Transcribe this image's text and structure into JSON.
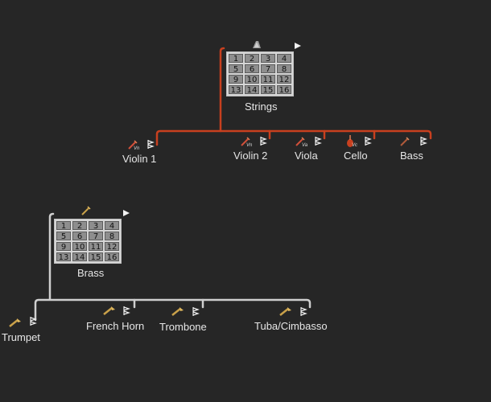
{
  "strings": {
    "folder_label": "Strings",
    "grid": [
      "1",
      "2",
      "3",
      "4",
      "5",
      "6",
      "7",
      "8",
      "9",
      "10",
      "11",
      "12",
      "13",
      "14",
      "15",
      "16"
    ],
    "tracks": [
      {
        "label": "Violin 1",
        "sub": "Vn"
      },
      {
        "label": "Violin 2",
        "sub": "Vn"
      },
      {
        "label": "Viola",
        "sub": "Va"
      },
      {
        "label": "Cello",
        "sub": "Vc"
      },
      {
        "label": "Bass",
        "sub": ""
      }
    ]
  },
  "brass": {
    "folder_label": "Brass",
    "grid": [
      "1",
      "2",
      "3",
      "4",
      "5",
      "6",
      "7",
      "8",
      "9",
      "10",
      "11",
      "12",
      "13",
      "14",
      "15",
      "16"
    ],
    "tracks": [
      {
        "label": "Trumpet"
      },
      {
        "label": "French Horn"
      },
      {
        "label": "Trombone"
      },
      {
        "label": "Tuba/Cimbasso"
      }
    ]
  },
  "colors": {
    "strings_wire": "#c8401f",
    "brass_wire": "#cfcfcf",
    "background": "#262626"
  },
  "icons": {
    "string_instrument": "violin-icon",
    "brass_instrument": "horn-icon",
    "folder": "ensemble-icon",
    "midi_output": "midi-flag-icon"
  }
}
